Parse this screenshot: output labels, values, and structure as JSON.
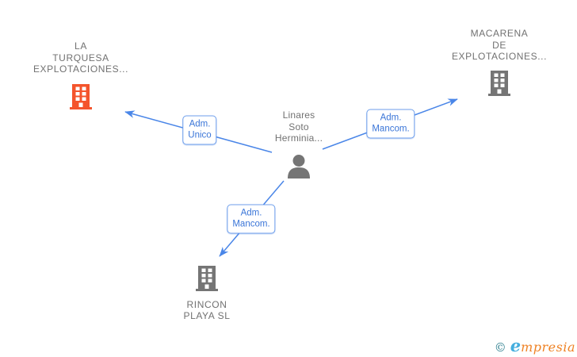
{
  "colors": {
    "edge-blue": "#4a86e8",
    "label-text-blue": "#3b76d8",
    "label-border-blue": "#6d9eeb",
    "node-gray": "#717171",
    "icon-gray": "#757575",
    "company-orange": "#f4542c",
    "logo-teal": "#2e7f8e",
    "logo-blue": "#45aede",
    "logo-orange": "#ef8326"
  },
  "diagram": {
    "person": {
      "name_lines": [
        "Linares",
        "Soto",
        "Herminia..."
      ],
      "icon": "person-icon"
    },
    "companies": [
      {
        "name_lines": [
          "LA",
          "TURQUESA",
          "EXPLOTACIONES..."
        ],
        "icon": "building-icon",
        "icon_color": "#f4542c"
      },
      {
        "name_lines": [
          "MACARENA",
          "DE",
          "EXPLOTACIONES..."
        ],
        "icon": "building-icon",
        "icon_color": "#757575"
      },
      {
        "name_lines": [
          "RINCON",
          "PLAYA  SL"
        ],
        "icon": "building-icon",
        "icon_color": "#757575"
      }
    ],
    "edges": [
      {
        "label_lines": [
          "Adm.",
          "Unico"
        ],
        "source": "Linares Soto Herminia...",
        "target": "LA TURQUESA EXPLOTACIONES..."
      },
      {
        "label_lines": [
          "Adm.",
          "Mancom."
        ],
        "source": "Linares Soto Herminia...",
        "target": "MACARENA DE EXPLOTACIONES..."
      },
      {
        "label_lines": [
          "Adm.",
          "Mancom."
        ],
        "source": "Linares Soto Herminia...",
        "target": "RINCON PLAYA  SL"
      }
    ]
  },
  "watermark": {
    "copyright_symbol": "©",
    "brand_initial": "e",
    "brand_rest": "mpresia"
  }
}
